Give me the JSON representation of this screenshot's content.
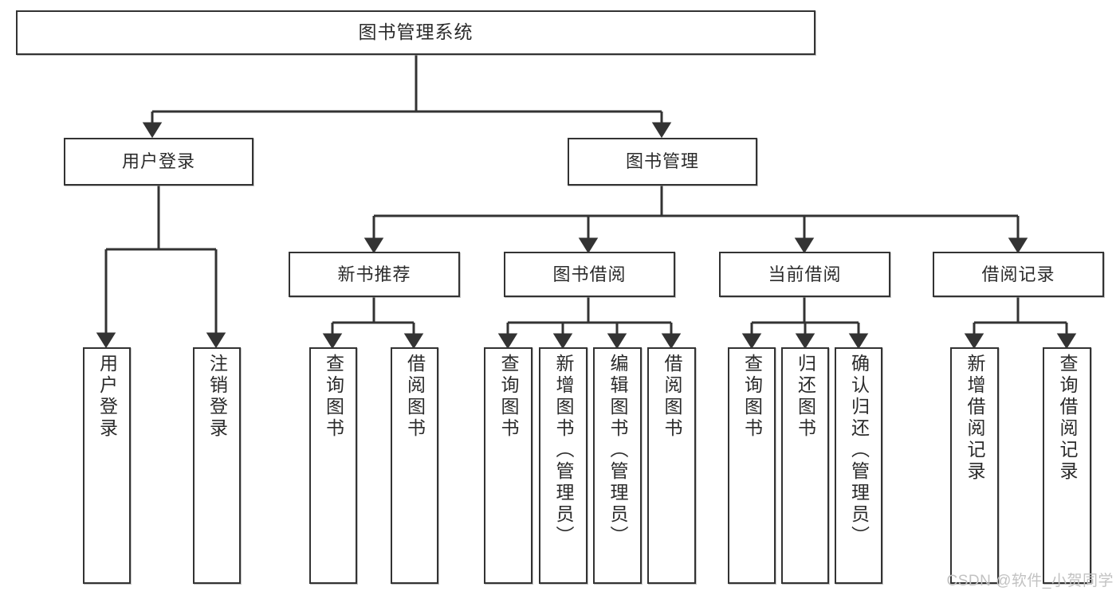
{
  "diagram": {
    "title": "图书管理系统",
    "type": "tree",
    "watermark": "CSDN @软件_小贺同学",
    "colors": {
      "box_border": "#333333",
      "box_fill": "#ffffff",
      "edge": "#333333",
      "text": "#2b2b2b",
      "watermark": "#c2c2c2",
      "background": "#ffffff"
    },
    "nodes": {
      "root": {
        "label": "图书管理系统"
      },
      "level2": [
        {
          "id": "user-login",
          "label": "用户登录"
        },
        {
          "id": "book-manage",
          "label": "图书管理"
        }
      ],
      "level3": [
        {
          "id": "new-book-recommend",
          "label": "新书推荐"
        },
        {
          "id": "book-borrow",
          "label": "图书借阅"
        },
        {
          "id": "current-borrow",
          "label": "当前借阅"
        },
        {
          "id": "borrow-record",
          "label": "借阅记录"
        }
      ],
      "leaves": {
        "user_login": [
          {
            "id": "leaf-user-login",
            "label": "用户登录"
          },
          {
            "id": "leaf-logout-login",
            "label": "注销登录"
          }
        ],
        "new_book_recommend": [
          {
            "id": "leaf-query-book-1",
            "label": "查询图书"
          },
          {
            "id": "leaf-borrow-book-1",
            "label": "借阅图书"
          }
        ],
        "book_borrow": [
          {
            "id": "leaf-query-book-2",
            "label": "查询图书"
          },
          {
            "id": "leaf-add-book",
            "label": "新增图书（管理员）"
          },
          {
            "id": "leaf-edit-book",
            "label": "编辑图书（管理员）"
          },
          {
            "id": "leaf-borrow-book-2",
            "label": "借阅图书"
          }
        ],
        "current_borrow": [
          {
            "id": "leaf-query-book-3",
            "label": "查询图书"
          },
          {
            "id": "leaf-return-book",
            "label": "归还图书"
          },
          {
            "id": "leaf-confirm-return",
            "label": "确认归还（管理员）"
          }
        ],
        "borrow_record": [
          {
            "id": "leaf-add-record",
            "label": "新增借阅记录"
          },
          {
            "id": "leaf-query-record",
            "label": "查询借阅记录"
          }
        ]
      }
    }
  }
}
